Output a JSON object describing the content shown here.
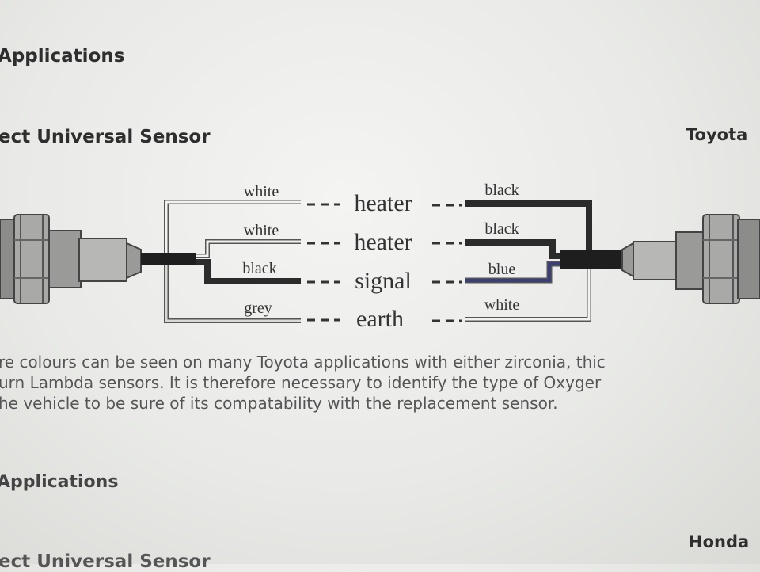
{
  "section1": {
    "heading": "Applications",
    "subheading": "ect Universal Sensor",
    "brand": "Toyota"
  },
  "diagram": {
    "pins": [
      "heater",
      "heater",
      "signal",
      "earth"
    ],
    "left_wires": [
      "white",
      "white",
      "black",
      "grey"
    ],
    "right_wires": [
      "black",
      "black",
      "blue",
      "white"
    ],
    "colors": {
      "wire_dark": "#2b2b2b",
      "wire_blue": "#3a3f78",
      "outline": "#555555",
      "sensor_fill": "#b7b7b5"
    }
  },
  "paragraph": {
    "lines": [
      "re colours can be seen on many Toyota applications with either zirconia, thic",
      "urn Lambda sensors. It is therefore necessary to identify the type of Oxyger",
      "he vehicle to be sure of its compatability with the replacement sensor."
    ]
  },
  "section2": {
    "heading": "Applications",
    "subheading": "ect Universal Sensor",
    "brand": "Honda"
  }
}
